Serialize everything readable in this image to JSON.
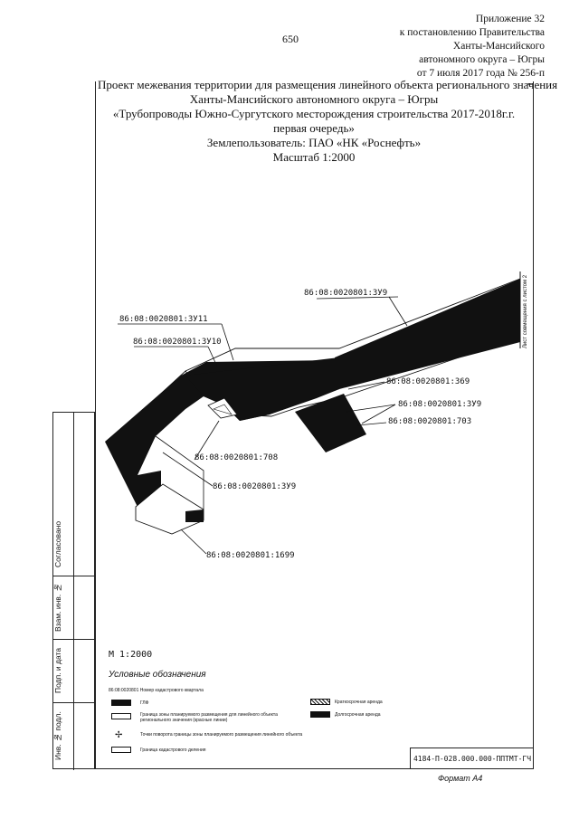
{
  "header": {
    "page_number": "650",
    "appendix_lines": [
      "Приложение 32",
      "к постановлению Правительства",
      "Ханты-Мансийского",
      "автономного округа – Югры",
      "от 7 июля 2017 года № 256-п"
    ]
  },
  "title": {
    "lines": [
      "Проект межевания территории для размещения линейного объекта регионального значения",
      "Ханты-Мансийского автономного округа – Югры",
      "«Трубопроводы Южно-Сургутского месторождения строительства 2017-2018г.г.",
      "первая очередь»",
      "Землепользователь: ПАО «НК «Роснефть»",
      "Масштаб 1:2000"
    ]
  },
  "map": {
    "parcel_labels": [
      "86:08:0020801:3У9",
      "86:08:0020801:3У11",
      "86:08:0020801:3У10",
      "86:08:0020801:369",
      "86:08:0020801:3У9",
      "86:08:0020801:703",
      "86:08:0020801:708",
      "86:08:0020801:3У9",
      "86:08:0020801:1699"
    ],
    "side_note": "Лист совмещения с листом 2"
  },
  "stamp": {
    "cells": [
      "Согласовано",
      "Взам. инв. №",
      "Подп. и дата",
      "Инв. № подл."
    ]
  },
  "legend": {
    "scale_note": "М 1:2000",
    "heading": "Условные обозначения",
    "sample_label": "86:08:0020801 Номер кадастрового квартала",
    "items": [
      "ГЛФ",
      "Граница зоны планируемого размещения для линейного объекта регионального значения (красные линии)",
      "Точки поворота границы зоны планируемого размещения линейного объекта",
      "Граница кадастрового деления",
      "Краткосрочная аренда",
      "Долгосрочная аренда"
    ]
  },
  "footer": {
    "doc_code": "4184-П-028.000.000-ППТМТ-ГЧ",
    "format": "Формат А4"
  }
}
